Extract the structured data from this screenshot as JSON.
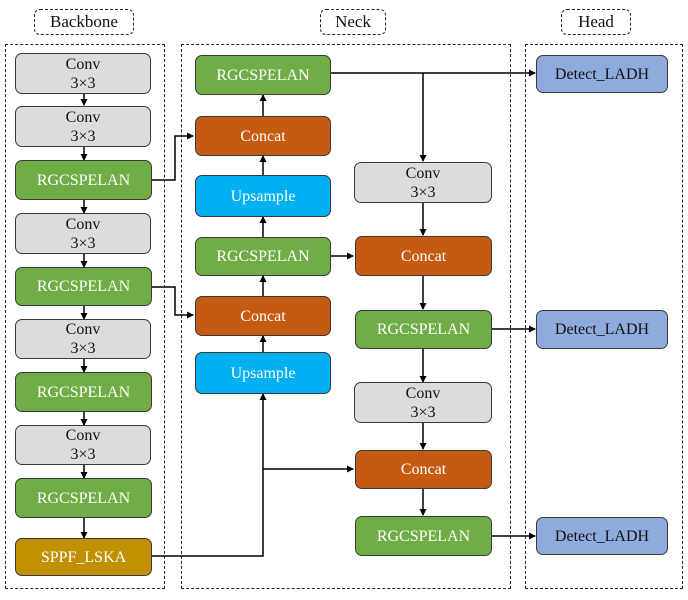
{
  "sections": {
    "backbone": "Backbone",
    "neck": "Neck",
    "head": "Head"
  },
  "backbone": {
    "conv1": [
      "Conv",
      "3×3"
    ],
    "conv2": [
      "Conv",
      "3×3"
    ],
    "rgc1": "RGCSPELAN",
    "conv3": [
      "Conv",
      "3×3"
    ],
    "rgc2": "RGCSPELAN",
    "conv4": [
      "Conv",
      "3×3"
    ],
    "rgc3": "RGCSPELAN",
    "conv5": [
      "Conv",
      "3×3"
    ],
    "rgc4": "RGCSPELAN",
    "sppf": "SPPF_LSKA"
  },
  "neck": {
    "rgc_top": "RGCSPELAN",
    "concat_top": "Concat",
    "upsample_top": "Upsample",
    "rgc_mid": "RGCSPELAN",
    "concat_mid": "Concat",
    "upsample_low": "Upsample",
    "conv_a": [
      "Conv",
      "3×3"
    ],
    "concat_a": "Concat",
    "rgc_a": "RGCSPELAN",
    "conv_b": [
      "Conv",
      "3×3"
    ],
    "concat_b": "Concat",
    "rgc_b": "RGCSPELAN"
  },
  "head": {
    "detect1": "Detect_LADH",
    "detect2": "Detect_LADH",
    "detect3": "Detect_LADH"
  },
  "colors": {
    "conv": "#dcdcdc",
    "rgcspelan": "#70ad47",
    "concat": "#c55a11",
    "upsample": "#00b0f0",
    "sppf": "#bf9000",
    "detect": "#8faadc"
  }
}
